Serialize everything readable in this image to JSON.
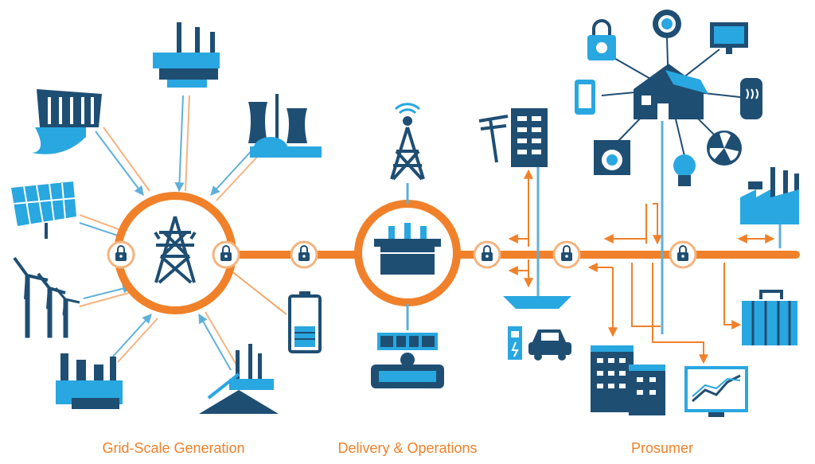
{
  "labels": {
    "grid_scale_generation": "Grid-Scale Generation",
    "delivery_operations": "Delivery & Operations",
    "prosumer": "Prosumer"
  },
  "colors": {
    "orange": "#F0812A",
    "dark_blue": "#1F4E73",
    "light_blue": "#29A7E0",
    "thin_line": "#5FB0D8",
    "lock_ring": "#F4B37D"
  },
  "icons": [
    "tower-transmission-icon",
    "substation-transformer-icon",
    "broadcast-tower-icon",
    "control-center-icon",
    "solar-panel-icon",
    "wind-turbine-icon",
    "hydro-dam-icon",
    "factory-icon",
    "nuclear-plant-icon",
    "coal-plant-icon",
    "battery-icon",
    "utility-pole-icon",
    "office-building-icon",
    "ev-charging-icon",
    "car-icon",
    "smart-home-icon",
    "monitor-icon",
    "smartphone-icon",
    "lock-icon",
    "thermostat-icon",
    "water-heater-icon",
    "washer-icon",
    "fan-icon",
    "light-bulb-icon",
    "industrial-factory-icon",
    "storage-battery-icon",
    "analytics-display-icon",
    "padlock-node-icon"
  ]
}
